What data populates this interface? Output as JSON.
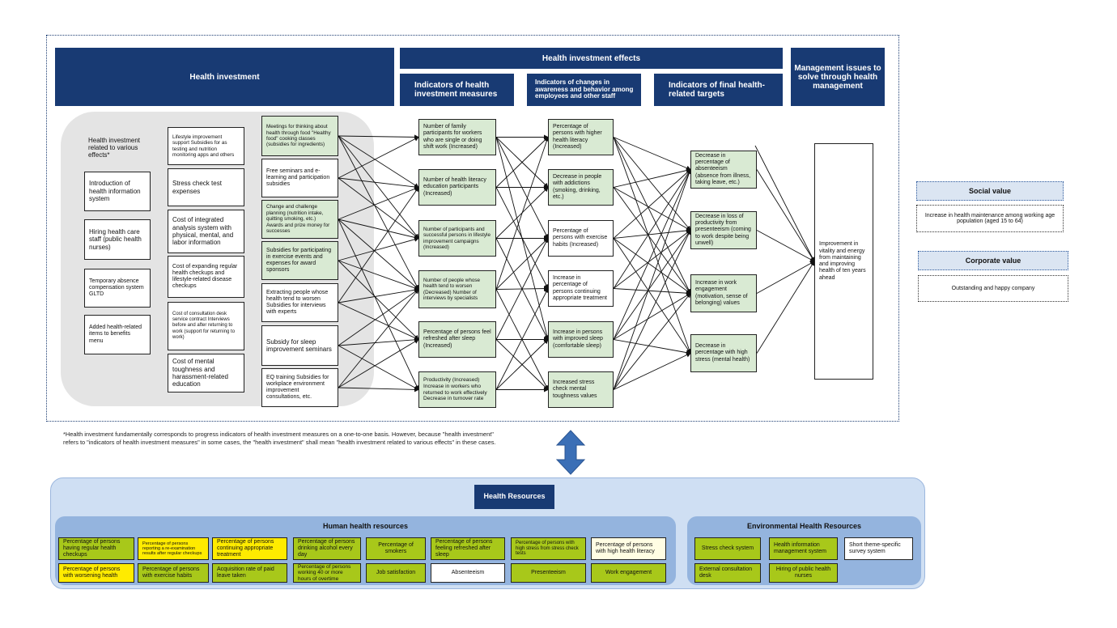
{
  "headers": {
    "health_investment": "Health investment",
    "effects": "Health investment effects",
    "indicators_measures": "Indicators of health investment measures",
    "indicators_changes": "Indicators of changes in awareness and behavior among employees and other staff",
    "indicators_final": "Indicators of final health-related targets",
    "management_issues": "Management issues to solve through health management"
  },
  "investment": {
    "related_label": "Health investment related to various effects*",
    "left_items": [
      "Introduction of health information system",
      "Hiring health care staff (public health nurses)",
      "Temporary absence compensation system GLTD",
      "Added health-related items to benefits menu"
    ],
    "mid_items": [
      "Lifestyle improvement support Subsidies for as testing and nutrition monitoring apps and others",
      "Stress check test expenses",
      "Cost of integrated analysis system with physical, mental, and labor information",
      "Cost of expanding regular health checkups and lifestyle-related disease checkups",
      "Cost of consultation desk service contract Interviews before and after returning to work (support for returning to work)",
      "Cost of mental toughness and harassment-related education"
    ],
    "right_items": [
      "Meetings for thinking about health through food \"Healthy food\" cooking classes (subsidies for ingredients)",
      "Free seminars and e-learning and participation subsidies",
      "Change and challenge planning (nutrition intake, quitting smoking, etc.) Awards and prize money for successes",
      "Subsidies for participating in exercise events and expenses for award sponsors",
      "Extracting people whose health tend to worsen Subsidies for interviews with experts",
      "Subsidy for sleep improvement seminars",
      "EQ training Subsidies for workplace environment improvement consultations, etc."
    ]
  },
  "measures": [
    "Number of family participants for workers who are single or doing shift work (Increased)",
    "Number of health literacy education participants (Increased)",
    "Number of participants and successful persons in lifestyle improvement campaigns (Increased)",
    "Number of people whose health tend to worsen (Decreased) Number of interviews by specialists",
    "Percentage of persons feel refreshed after sleep (Increased)",
    "Productivity (Increased) Increase in workers who returned to work effectively Decrease in turnover rate"
  ],
  "changes": [
    "Percentage of persons with higher health literacy (Increased)",
    "Decrease in people with addictions (smoking, drinking, etc.)",
    "Percentage of persons with exercise habits (Increased)",
    "Increase in percentage of persons continuing appropriate treatment",
    "Increase in persons with improved sleep (comfortable sleep)",
    "Increased stress check mental toughness values"
  ],
  "finals": [
    "Decrease in percentage of absenteeism (absence from illness, taking leave, etc.)",
    "Decrease in loss of productivity from presenteeism (coming to work despite being unwell)",
    "Increase in work engagement (motivation, sense of belonging) values",
    "Decrease in percentage with high stress (mental health)"
  ],
  "management_goal": "Improvement in vitality and energy from maintaining and improving health of ten years ahead",
  "values": {
    "social_title": "Social value",
    "social_text": "Increase in health maintenance among working age population (aged 15 to 64)",
    "corporate_title": "Corporate value",
    "corporate_text": "Outstanding and happy company"
  },
  "footnote": "*Health investment fundamentally corresponds to progress indicators of health investment measures on a one-to-one basis. However, because \"health investment\" refers to \"indicators of health investment measures\" in some cases, the \"health investment\" shall mean \"health investment related to various effects\" in these cases.",
  "resources": {
    "title": "Health Resources",
    "human_title": "Human health resources",
    "env_title": "Environmental Health Resources",
    "human_row1": [
      "Percentage of persons having regular health checkups",
      "Percentage of persons reporting a re-examination results after regular checkups",
      "Percentage of persons continuing appropriate treatment",
      "Percentage of persons drinking alcohol every day",
      "Percentage of smokers",
      "Percentage of persons feeling refreshed after sleep",
      "Percentage of persons with high stress from stress check tests",
      "Percentage of persons with high health literacy"
    ],
    "human_row2": [
      "Percentage of persons with worsening health",
      "Percentage of persons with exercise habits",
      "Acquisition rate of paid leave taken",
      "Percentage of persons working 40 or more hours of overtime",
      "Job satisfaction",
      "Absenteeism",
      "Presenteeism",
      "Work engagement"
    ],
    "env_row1": [
      "Stress check system",
      "Health information management system",
      "Short theme-specific survey system"
    ],
    "env_row2": [
      "External consultation desk",
      "Hiring of public health nurses"
    ]
  }
}
